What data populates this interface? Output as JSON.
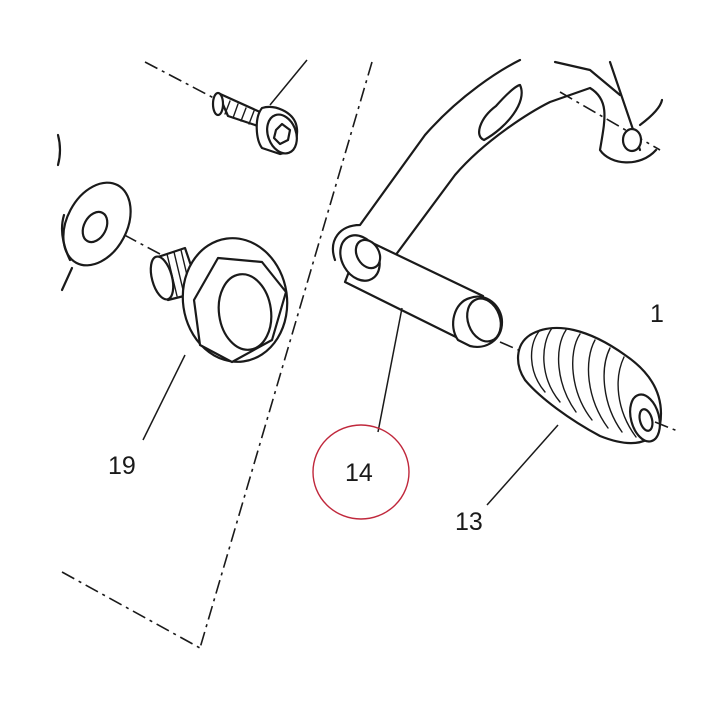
{
  "callouts": {
    "c19": "19",
    "c14": "14",
    "c13": "13",
    "c1_partial": "1"
  },
  "colors": {
    "line": "#1a1a1a",
    "highlight_circle": "#c0283c",
    "background": "#ffffff"
  },
  "highlighted_callout": "14"
}
